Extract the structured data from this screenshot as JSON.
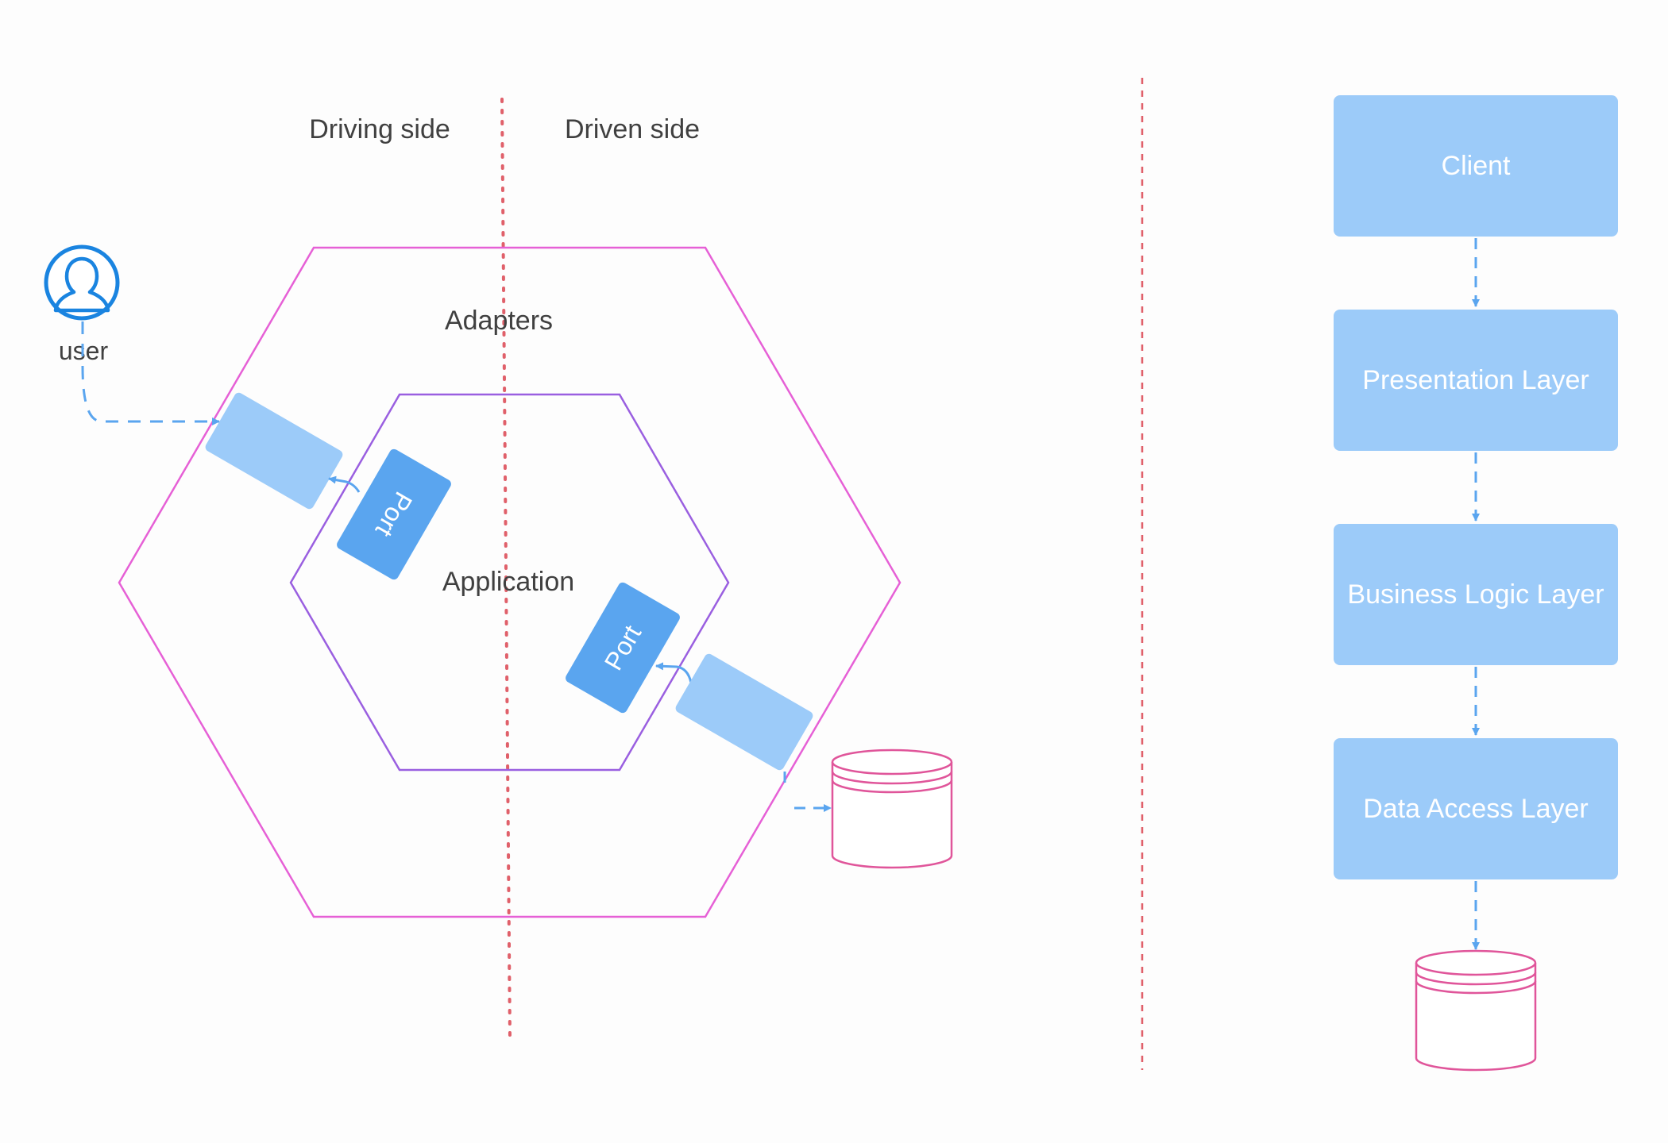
{
  "hexagonal": {
    "driving_side_label": "Driving side",
    "driven_side_label": "Driven side",
    "adapters_label": "Adapters",
    "application_label": "Application",
    "port_label_left": "Port",
    "port_label_right": "Port",
    "user_label": "user",
    "icon_user": "user-icon",
    "icon_database": "database-icon"
  },
  "layered": {
    "layers": [
      {
        "label": "Client"
      },
      {
        "label": "Presentation Layer"
      },
      {
        "label": "Business Logic Layer"
      },
      {
        "label": "Data Access Layer"
      }
    ],
    "icon_database": "database-icon"
  },
  "colors": {
    "outer_hexagon": "#e660d6",
    "inner_hexagon": "#9a5fe0",
    "divider": "#e0606a",
    "adapter_fill": "#9ccbf9",
    "port_fill": "#5aa5ef",
    "layer_fill": "#9ccbf9",
    "arrow": "#5aa5ef",
    "database": "#e0559a",
    "user_icon": "#1a84e0",
    "text": "#404040"
  }
}
